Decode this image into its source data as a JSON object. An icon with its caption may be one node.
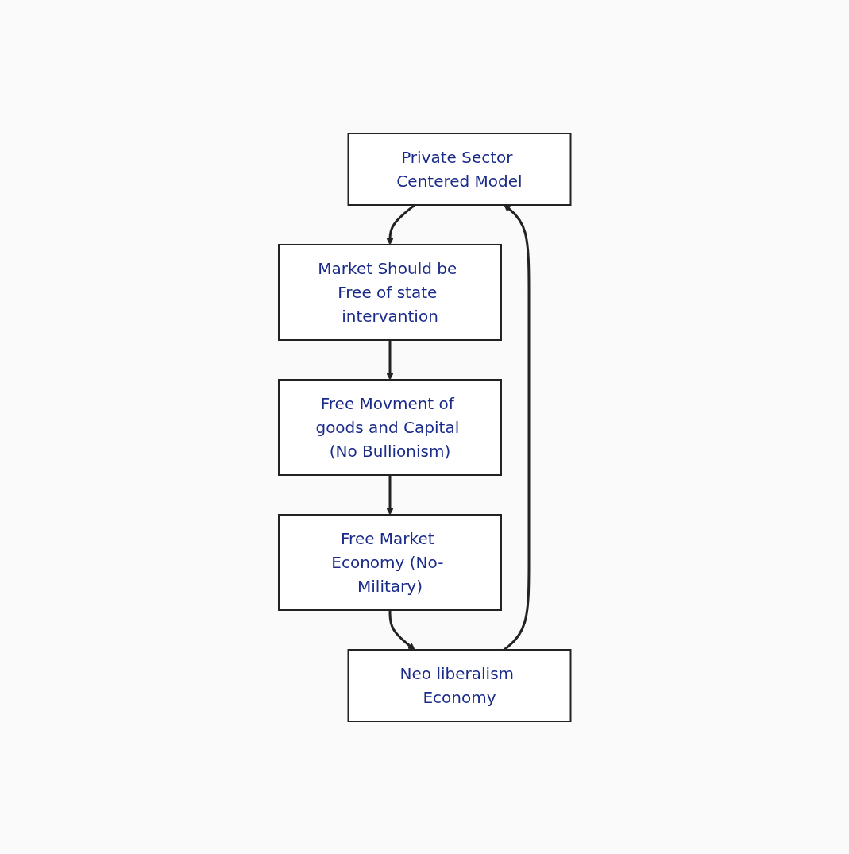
{
  "diagram": {
    "nodes": [
      {
        "text": [
          "Private Sector Centered Model"
        ]
      },
      {
        "text": [
          "Neo liberalism Economy"
        ]
      },
      {
        "text": [
          "Market Should be Free of state intervantion"
        ]
      },
      {
        "text": [
          "Free Market Economy (No- Military)"
        ]
      },
      {
        "text": [
          "Free Movment of goods and Capital (No Bullionism)"
        ]
      }
    ],
    "edges": [
      {
        "from": 0,
        "to": 2,
        "arrow": "to"
      },
      {
        "from": 2,
        "to": 4,
        "arrow": "to"
      },
      {
        "from": 4,
        "to": 3,
        "arrow": "to"
      },
      {
        "from": 3,
        "to": 1,
        "arrow": "to"
      },
      {
        "from": 1,
        "to": 0,
        "arrow": "to"
      }
    ]
  }
}
